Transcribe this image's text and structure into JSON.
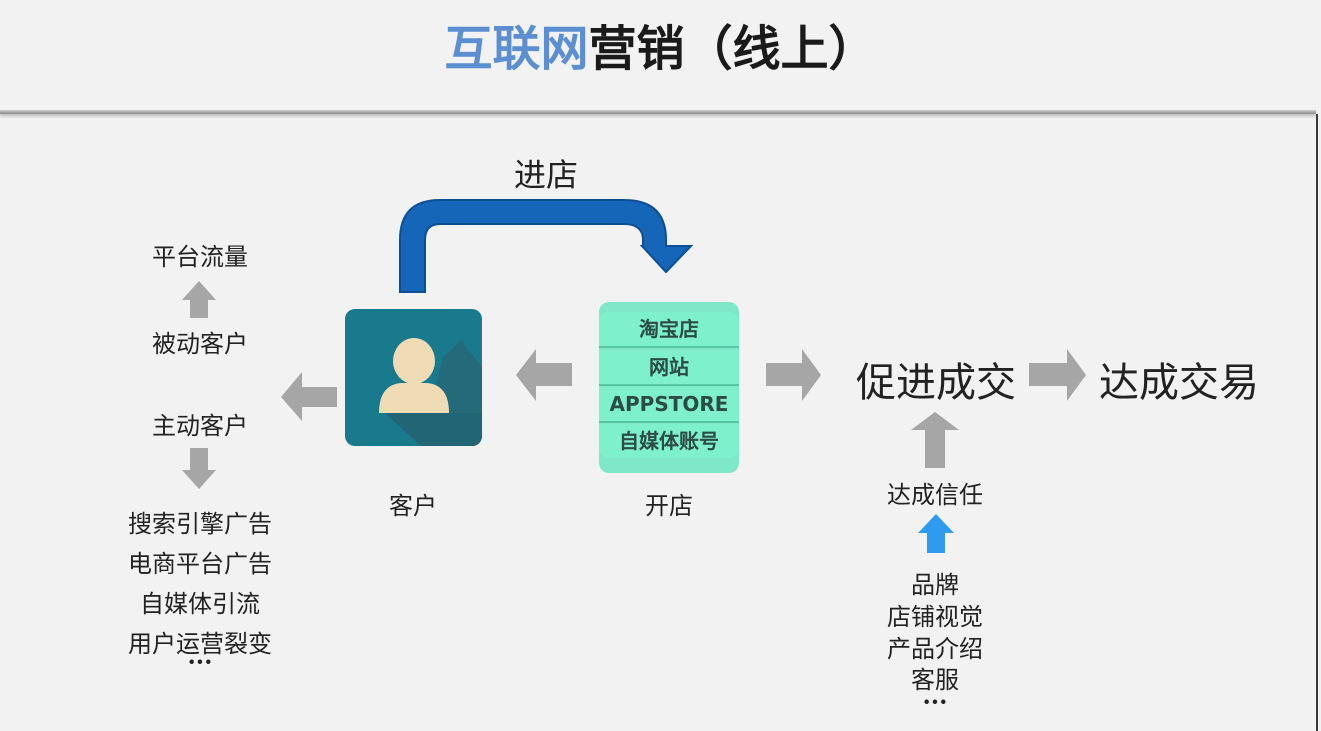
{
  "title": {
    "highlight": "互联网",
    "rest": "营销（线上）"
  },
  "flow": {
    "enter_store": "进店",
    "customer_label": "客户",
    "open_store_label": "开店",
    "promote_deal": "促进成交",
    "achieve_deal": "达成交易"
  },
  "left": {
    "platform_traffic": "平台流量",
    "passive_customer": "被动客户",
    "active_customer": "主动客户",
    "active_channels": [
      "搜索引擎广告",
      "电商平台广告",
      "自媒体引流",
      "用户运营裂变",
      "···"
    ]
  },
  "store_items": [
    "淘宝店",
    "网站",
    "APPSTORE",
    "自媒体账号"
  ],
  "trust": {
    "label": "达成信任",
    "factors": [
      "品牌",
      "店铺视觉",
      "产品介绍",
      "客服",
      "···"
    ]
  },
  "colors": {
    "title_highlight": "#5b8fd1",
    "curved_arrow": "#1565b8",
    "gray_arrow": "#a6a6a6",
    "blue_arrow": "#2f9bf0",
    "avatar_bg": "#1a7a8d",
    "store_bg": "#7ef0cc"
  }
}
